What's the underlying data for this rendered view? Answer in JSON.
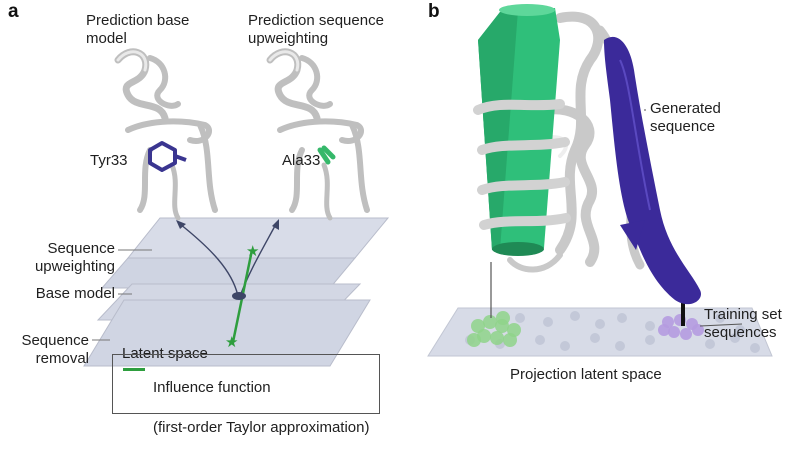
{
  "panel_a": {
    "letter": "a",
    "heading_left_line1": "Prediction base",
    "heading_left_line2": "model",
    "heading_right_line1": "Prediction sequence",
    "heading_right_line2": "upweighting",
    "residue_left": "Tyr33",
    "residue_right": "Ala33",
    "layer_label_upweighting_line1": "Sequence",
    "layer_label_upweighting_line2": "upweighting",
    "layer_label_base": "Base model",
    "layer_label_removal_line1": "Sequence",
    "layer_label_removal_line2": "removal",
    "latent_space_label": "Latent space",
    "legend_line1": "Influence function",
    "legend_line2": "(first-order Taylor approximation)"
  },
  "panel_b": {
    "letter": "b",
    "generated_line1": "Generated",
    "generated_line2": "sequence",
    "training_line1": "Training set",
    "training_line2": "sequences",
    "projection_label": "Projection latent space"
  },
  "colors": {
    "influence_green": "#2e9e3e",
    "helix_green": "#2fbf7a",
    "generated_purple": "#3b2a9a",
    "tyr_purple": "#3a3590",
    "plane_fill": "#d5d9e6",
    "cluster_green": "#8fd38a",
    "cluster_purple": "#b59be0"
  }
}
